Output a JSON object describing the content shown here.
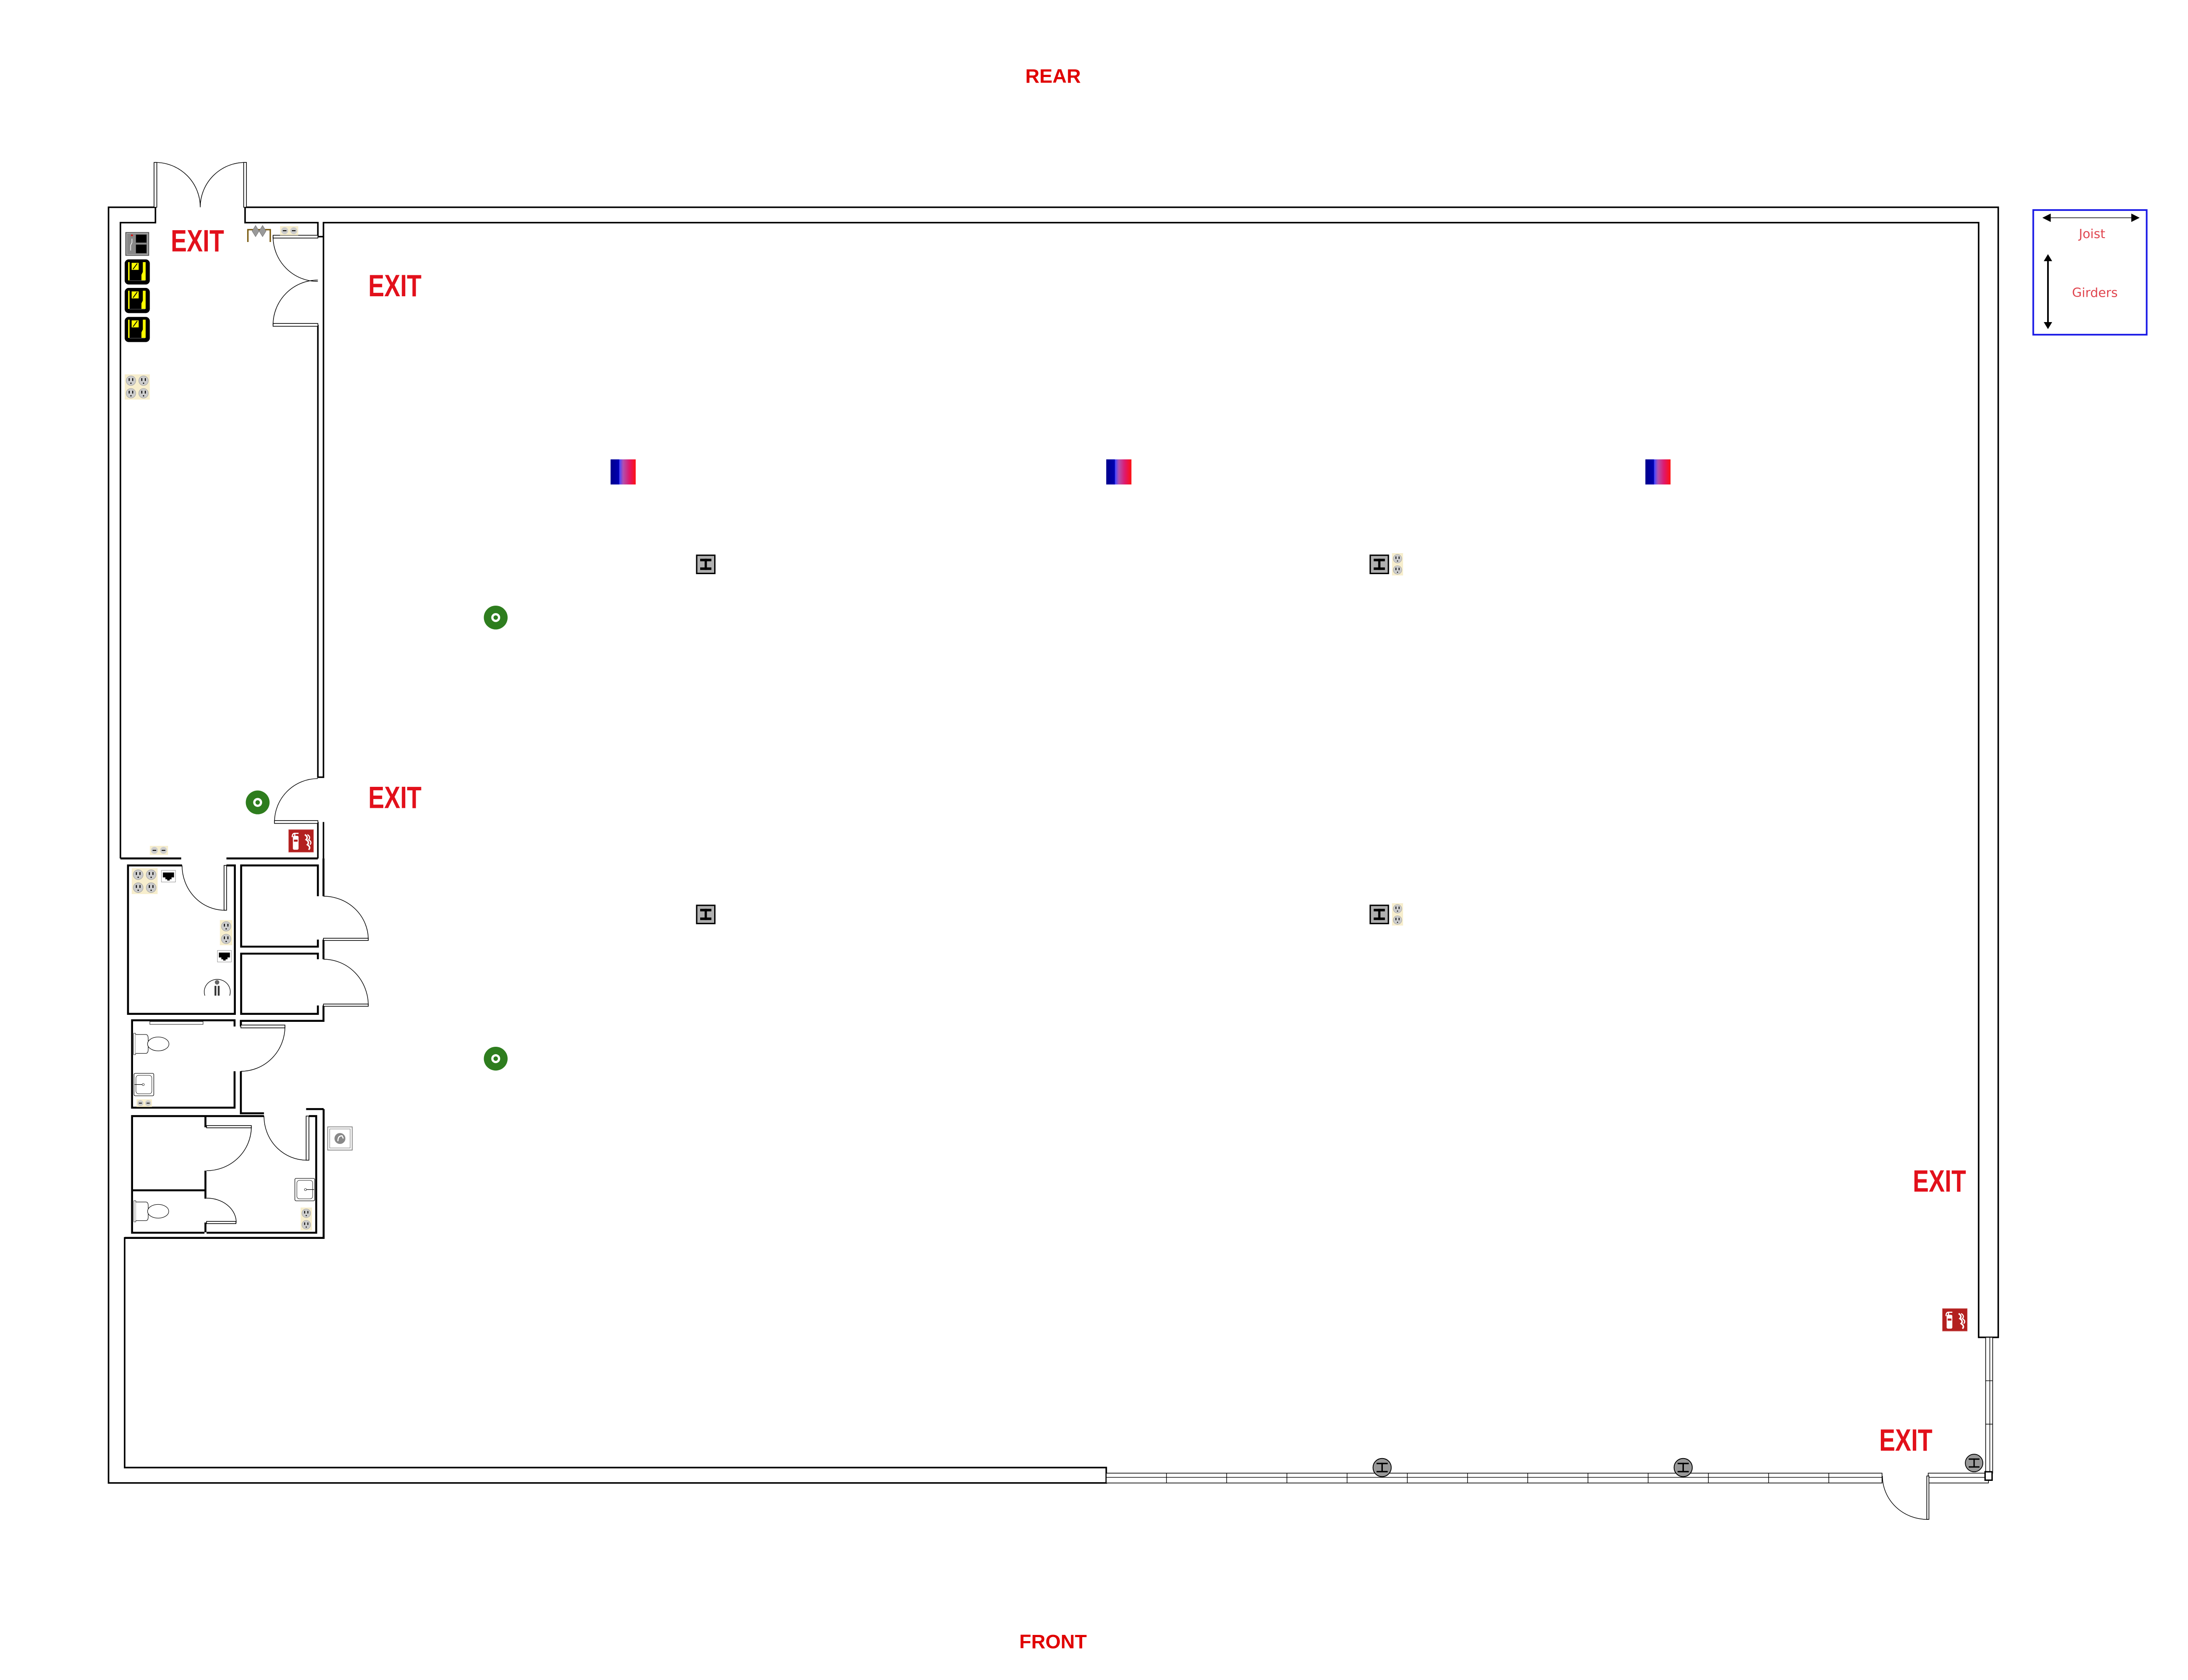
{
  "plan": {
    "rear_label": "REAR",
    "front_label": "FRONT",
    "exits": [
      "EXIT",
      "EXIT",
      "EXIT",
      "EXIT",
      "EXIT"
    ]
  },
  "legend": {
    "joist_label": "Joist",
    "girders_label": "Girders"
  },
  "colors": {
    "exit_red": "#e2101b",
    "legend_border": "#1a1ae6",
    "marker_green": "#2e7d1e",
    "fire_sign_red": "#b3201f"
  },
  "icons": [
    "electrical-panel-icon",
    "outlet-icon",
    "network-jack-icon",
    "fire-extinguisher-icon",
    "heater-icon",
    "steel-column-icon",
    "green-marker-icon",
    "toilet-icon",
    "sink-icon",
    "drinking-fountain-icon",
    "floor-drain-icon",
    "radiator-valve-icon"
  ]
}
